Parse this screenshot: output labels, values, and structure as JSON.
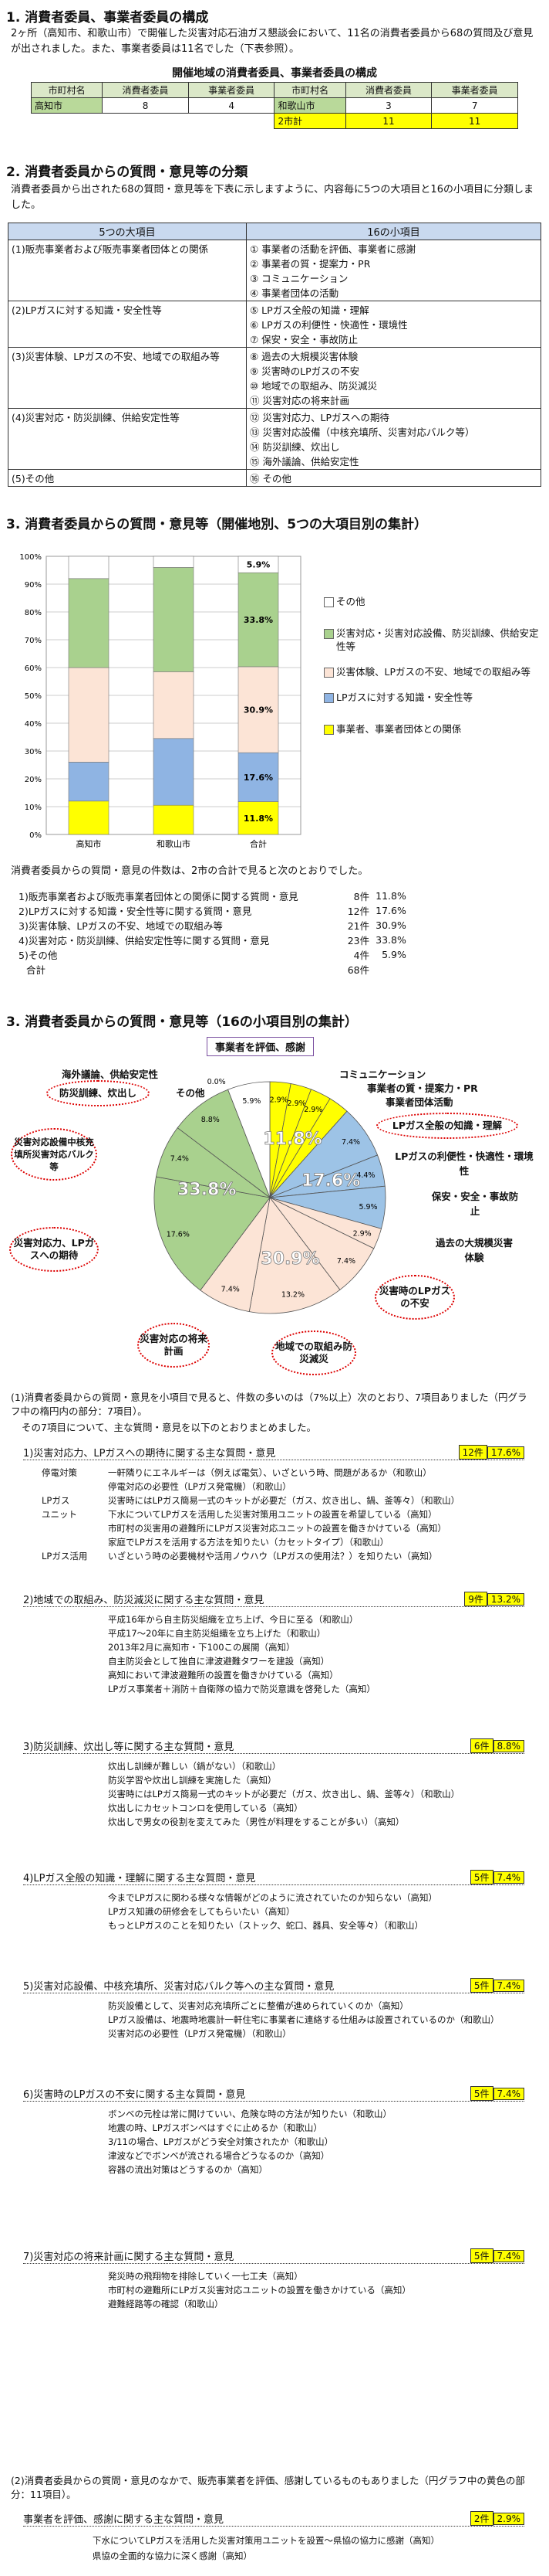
{
  "section1": {
    "heading": "1. 消費者委員、事業者委員の構成",
    "intro": "2ヶ所（高知市、和歌山市）で開催した災害対応石油ガス懇談会において、11名の消費者委員から68の質問及び意見が出されました。また、事業者委員は11名でした（下表参照）。",
    "table_title": "開催地域の消費者委員、事業者委員の構成",
    "headers": [
      "市町村名",
      "消費者委員",
      "事業者委員",
      "市町村名",
      "消費者委員",
      "事業者委員"
    ],
    "rows": [
      [
        "高知市",
        "8",
        "4",
        "和歌山市",
        "3",
        "7"
      ],
      [
        "",
        "",
        "",
        "2市計",
        "11",
        "11"
      ]
    ]
  },
  "section2": {
    "heading": "2. 消費者委員からの質問・意見等の分類",
    "intro": "消費者委員から出された68の質問・意見等を下表に示しますように、内容毎に5つの大項目と16の小項目に分類しました。",
    "header_major": "5つの大項目",
    "header_minor": "16の小項目",
    "rows": [
      {
        "major": "(1)販売事業者および販売事業者団体との関係",
        "minor": [
          "① 事業者の活動を評価、事業者に感謝",
          "② 事業者の質・提案力・PR",
          "③ コミュニケーション",
          "④ 事業者団体の活動"
        ]
      },
      {
        "major": "(2)LPガスに対する知識・安全性等",
        "minor": [
          "⑤ LPガス全般の知識・理解",
          "⑥ LPガスの利便性・快適性・環境性",
          "⑦ 保安・安全・事故防止"
        ]
      },
      {
        "major": "(3)災害体験、LPガスの不安、地域での取組み等",
        "minor": [
          "⑧ 過去の大規模災害体験",
          "⑨ 災害時のLPガスの不安",
          "⑩ 地域での取組み、防災減災",
          "⑪ 災害対応の将来計画"
        ]
      },
      {
        "major": "(4)災害対応・防災訓練、供給安定性等",
        "minor": [
          "⑫ 災害対応力、LPガスへの期待",
          "⑬ 災害対応設備（中核充填所、災害対応バルク等）",
          "⑭ 防災訓練、炊出し",
          "⑮ 海外議論、供給安定性"
        ]
      },
      {
        "major": "(5)その他",
        "minor": [
          "⑯ その他"
        ]
      }
    ]
  },
  "section3a": {
    "heading": "3. 消費者委員からの質問・意見等（開催地別、5つの大項目別の集計）",
    "summary_intro": "消費者委員からの質問・意見の件数は、2市の合計で見ると次のとおりでした。",
    "summary": [
      {
        "label": "1)販売事業者および販売事業者団体との関係に関する質問・意見",
        "count": "8件",
        "pct": "11.8%"
      },
      {
        "label": "2)LPガスに対する知識・安全性等に関する質問・意見",
        "count": "12件",
        "pct": "17.6%"
      },
      {
        "label": "3)災害体験、LPガスの不安、地域での取組み等",
        "count": "21件",
        "pct": "30.9%"
      },
      {
        "label": "4)災害対応・防災訓練、供給安定性等に関する質問・意見",
        "count": "23件",
        "pct": "33.8%"
      },
      {
        "label": "5)その他",
        "count": "4件",
        "pct": "5.9%"
      },
      {
        "label": "合計",
        "count": "68件",
        "pct": ""
      }
    ]
  },
  "section3b": {
    "heading": "3. 消費者委員からの質問・意見等（16の小項目別の集計）",
    "pie_title": "事業者を評価、感謝",
    "callouts": [
      "コミュニケーション",
      "事業者の質・提案力・PR",
      "事業者団体活動",
      "LPガス全般の知識・理解",
      "LPガスの利便性・快適性・環境性",
      "保安・安全・事故防止",
      "過去の大規模災害体験",
      "海外議論、供給安定性",
      "その他"
    ],
    "ovals": [
      "防災訓練、炊出し",
      "災害対応設備中核充填所災害対応バルク等",
      "災害対応力、LPガスへの期待",
      "災害対応の将来計画",
      "地域での取組み防災減災",
      "災害時のLPガスの不安"
    ]
  },
  "section3c": {
    "intro1": "(1)消費者委員からの質問・意見を小項目で見ると、件数の多いのは（7%以上）次のとおり、7項目ありました（円グラフ中の楕円内の部分：7項目）。",
    "intro2": "その7項目について、主な質問・意見を以下のとおりまとめました。",
    "groups": [
      {
        "title": "1)災害対応力、LPガスへの期待に関する主な質問・意見",
        "count": "12件",
        "pct": "17.6%",
        "items": [
          {
            "label": "停電対策",
            "text": "一軒隣りにエネルギーは（例えば電気）、いざという時、問題があるか（和歌山）"
          },
          {
            "label": "",
            "text": "停電対応の必要性（LPガス発電機）（和歌山）"
          },
          {
            "label": "LPガス",
            "text": "災害時にはLPガス簡易一式のキットが必要だ（ガス、炊き出し、鍋、釜等々）（和歌山）"
          },
          {
            "label": "ユニット",
            "text": "下水についてLPガスを活用した災害対策用ユニットの設置を希望している（高知）"
          },
          {
            "label": "",
            "text": "市町村の災害用の避難所にLPガス災害対応ユニットの設置を働きかけている（高知）"
          },
          {
            "label": "",
            "text": "家庭でLPガスを活用する方法を知りたい（カセットタイプ）（和歌山）"
          },
          {
            "label": "LPガス活用",
            "text": "いざという時の必要機材や活用ノウハウ（LPガスの使用法？）を知りたい（高知）"
          }
        ]
      },
      {
        "title": "2)地域での取組み、防災減災に関する主な質問・意見",
        "count": "9件",
        "pct": "13.2%",
        "items": [
          {
            "label": "",
            "text": "平成16年から自主防災組織を立ち上げ、今日に至る（和歌山）"
          },
          {
            "label": "",
            "text": "平成17～20年に自主防災組織を立ち上げた（和歌山）"
          },
          {
            "label": "",
            "text": "2013年2月に高知市・下100この展開（高知）"
          },
          {
            "label": "",
            "text": "自主防災会として独自に津波避難タワーを建設（高知）"
          },
          {
            "label": "",
            "text": "高知において津波避難所の設置を働きかけている（高知）"
          },
          {
            "label": "",
            "text": "LPガス事業者＋消防＋自衛隊の協力で防災意識を啓発した（高知）"
          }
        ]
      },
      {
        "title": "3)防災訓練、炊出し等に関する主な質問・意見",
        "count": "6件",
        "pct": "8.8%",
        "items": [
          {
            "label": "",
            "text": "炊出し訓練が難しい（鍋がない）（和歌山）"
          },
          {
            "label": "",
            "text": "防災学習や炊出し訓練を実施した（高知）"
          },
          {
            "label": "",
            "text": "災害時にはLPガス簡易一式のキットが必要だ（ガス、炊き出し、鍋、釜等々）（和歌山）"
          },
          {
            "label": "",
            "text": "炊出しにカセットコンロを使用している（高知）"
          },
          {
            "label": "",
            "text": "炊出しで男女の役割を変えてみた（男性が料理をすることが多い）（高知）"
          }
        ]
      },
      {
        "title": "4)LPガス全般の知識・理解に関する主な質問・意見",
        "count": "5件",
        "pct": "7.4%",
        "items": [
          {
            "label": "",
            "text": "今までLPガスに関わる様々な情報がどのように流されていたのか知らない（高知）"
          },
          {
            "label": "",
            "text": "LPガス知識の研修会をしてもらいたい（高知）"
          },
          {
            "label": "",
            "text": "もっとLPガスのことを知りたい（ストック、蛇口、器具、安全等々）（和歌山）"
          }
        ]
      },
      {
        "title": "5)災害対応設備、中核充填所、災害対応バルク等への主な質問・意見",
        "count": "5件",
        "pct": "7.4%",
        "items": [
          {
            "label": "",
            "text": "防災設備として、災害対応充填所ごとに整備が進められていくのか（高知）"
          },
          {
            "label": "",
            "text": "LPガス設備は、地震時地震計一軒住宅に事業者に連絡する仕組みは設置されているのか（和歌山）"
          },
          {
            "label": "",
            "text": "災害対応の必要性（LPガス発電機）（和歌山）"
          }
        ]
      },
      {
        "title": "6)災害時のLPガスの不安に関する主な質問・意見",
        "count": "5件",
        "pct": "7.4%",
        "items": [
          {
            "label": "",
            "text": "ボンベの元栓は常に開けていい、危険な時の方法が知りたい（和歌山）"
          },
          {
            "label": "",
            "text": "地震の時、LPガスボンベはすぐに止めるか（和歌山）"
          },
          {
            "label": "",
            "text": "3/11の場合、LPガスがどう安全対策されたか（和歌山）"
          },
          {
            "label": "",
            "text": "津波などでボンベが流される場合どうなるのか（高知）"
          },
          {
            "label": "",
            "text": "容器の流出対策はどうするのか（高知）"
          }
        ]
      },
      {
        "title": "7)災害対応の将来計画に関する主な質問・意見",
        "count": "5件",
        "pct": "7.4%",
        "items": [
          {
            "label": "",
            "text": "発災時の飛翔物を排除していく一七工夫（高知）"
          },
          {
            "label": "",
            "text": "市町村の避難所にLPガス災害対応ユニットの設置を働きかけている（高知）"
          },
          {
            "label": "",
            "text": "避難経路等の確認（和歌山）"
          }
        ]
      }
    ]
  },
  "section3d": {
    "intro": "(2)消費者委員からの質問・意見のなかで、販売事業者を評価、感謝しているものもありました（円グラフ中の黄色の部分：11項目）。",
    "title": "事業者を評価、感謝に関する主な質問・意見",
    "count": "2件",
    "pct": "2.9%",
    "items": [
      "下水についてLPガスを活用した災害対策用ユニットを設置～県協の協力に感謝（高知）",
      "県協の全面的な協力に深く感謝（高知）"
    ]
  },
  "chart_data": [
    {
      "type": "bar",
      "stacked": true,
      "normalized": true,
      "categories": [
        "高知市",
        "和歌山市",
        "合計"
      ],
      "ylim": [
        0,
        100
      ],
      "yticks": [
        "0%",
        "10%",
        "20%",
        "30%",
        "40%",
        "50%",
        "60%",
        "70%",
        "80%",
        "90%",
        "100%"
      ],
      "series": [
        {
          "name": "事業者、事業者団体との関係",
          "color": "#ffff00",
          "values": [
            12.0,
            10.5,
            11.8
          ]
        },
        {
          "name": "LPガスに対する知識・安全性等",
          "color": "#8fb4e3",
          "values": [
            14.0,
            24.0,
            17.6
          ]
        },
        {
          "name": "災害体験、LPガスの不安、地域での取組み等",
          "color": "#fce4d6",
          "values": [
            34.0,
            24.0,
            30.9
          ]
        },
        {
          "name": "災害対応・災害対応設備、防災訓練、供給安定性等",
          "color": "#a9d18e",
          "values": [
            32.0,
            37.5,
            33.8
          ]
        },
        {
          "name": "その他",
          "color": "#ffffff",
          "values": [
            8.0,
            4.0,
            5.9
          ]
        }
      ],
      "labels_on_total": [
        "5.9%",
        "33.8%",
        "30.9%",
        "17.6%",
        "11.8%"
      ]
    },
    {
      "type": "pie",
      "start_angle_deg": 0,
      "slices": [
        {
          "label": "事業者を評価、感謝",
          "value": 2.9,
          "pct_label": "2.9%",
          "color": "#ffff00"
        },
        {
          "label": "事業者の質・提案力・PR",
          "value": 2.9,
          "pct_label": "2.9%",
          "color": "#ffff00"
        },
        {
          "label": "コミュニケーション",
          "value": 2.9,
          "pct_label": "2.9%",
          "color": "#ffff00"
        },
        {
          "label": "事業者団体活動",
          "value": 2.9,
          "pct_label": "",
          "color": "#ffff00"
        },
        {
          "label": "LPガス全般の知識・理解",
          "value": 7.4,
          "pct_label": "7.4%",
          "color": "#9dc3e6"
        },
        {
          "label": "LPガスの利便性・快適性・環境性",
          "value": 4.4,
          "pct_label": "4.4%",
          "color": "#9dc3e6"
        },
        {
          "label": "保安・安全・事故防止",
          "value": 5.9,
          "pct_label": "5.9%",
          "color": "#9dc3e6"
        },
        {
          "label": "過去の大規模災害体験",
          "value": 2.9,
          "pct_label": "2.9%",
          "color": "#fce4d6"
        },
        {
          "label": "災害時のLPガスの不安",
          "value": 7.4,
          "pct_label": "7.4%",
          "color": "#fce4d6"
        },
        {
          "label": "地域での取組み防災減災",
          "value": 13.2,
          "pct_label": "13.2%",
          "color": "#fce4d6"
        },
        {
          "label": "災害対応の将来計画",
          "value": 7.4,
          "pct_label": "7.4%",
          "color": "#fce4d6"
        },
        {
          "label": "災害対応力、LPガスへの期待",
          "value": 17.6,
          "pct_label": "17.6%",
          "color": "#a9d18e"
        },
        {
          "label": "災害対応設備",
          "value": 7.4,
          "pct_label": "7.4%",
          "color": "#a9d18e"
        },
        {
          "label": "防災訓練、炊出し",
          "value": 8.8,
          "pct_label": "8.8%",
          "color": "#a9d18e"
        },
        {
          "label": "海外議論、供給安定性",
          "value": 0.0,
          "pct_label": "0.0%",
          "color": "#a9d18e"
        },
        {
          "label": "その他",
          "value": 5.9,
          "pct_label": "5.9%",
          "color": "#ffffff"
        }
      ],
      "group_labels": [
        {
          "text": "11.8%",
          "color": "#ffffff"
        },
        {
          "text": "17.6%",
          "color": "#ffffff"
        },
        {
          "text": "30.9%",
          "color": "#ffffff"
        },
        {
          "text": "33.8%",
          "color": "#ffffff"
        }
      ]
    }
  ]
}
